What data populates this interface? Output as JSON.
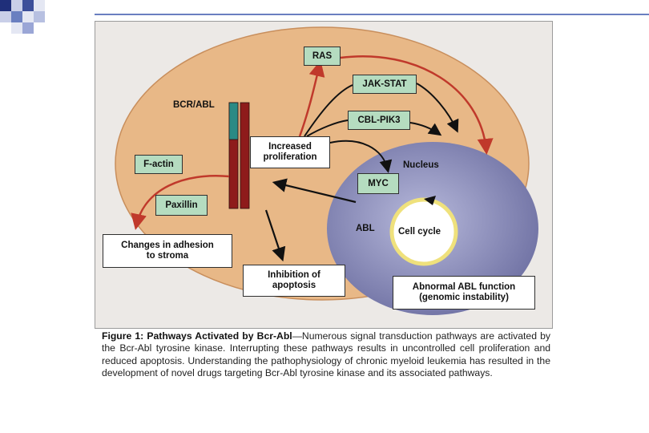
{
  "figure": {
    "labels": {
      "ras": "RAS",
      "jak_stat": "JAK-STAT",
      "cbl_pik3": "CBL-PIK3",
      "bcr_abl": "BCR/ABL",
      "increased_proliferation": "Increased\nproliferation",
      "nucleus": "Nucleus",
      "f_actin": "F-actin",
      "myc": "MYC",
      "paxillin": "Paxillin",
      "abl": "ABL",
      "cell_cycle": "Cell cycle",
      "changes_adhesion": "Changes in adhesion\nto stroma",
      "inhibition_apoptosis": "Inhibition of\napoptosis",
      "abnormal_abl": "Abnormal ABL function\n(genomic instability)"
    },
    "caption": {
      "title": "Figure 1: Pathways Activated by Bcr-Abl",
      "text": "—Numerous signal transduction pathways are activated by the Bcr-Abl tyrosine kinase. Interrupting these pathways results in uncontrolled cell proliferation and reduced apoptosis. Understanding the pathophysiology of chronic myeloid leukemia has resulted in the development of novel drugs targeting Bcr-Abl tyrosine kinase and its associated pathways."
    },
    "colors": {
      "cell": "#e8b887",
      "nucleus": "#8587b5",
      "red_arrow": "#c0392b",
      "green_box": "#b5dcc0",
      "bcr_teal": "#2a8a85",
      "bcr_red": "#8e1b1b"
    }
  }
}
